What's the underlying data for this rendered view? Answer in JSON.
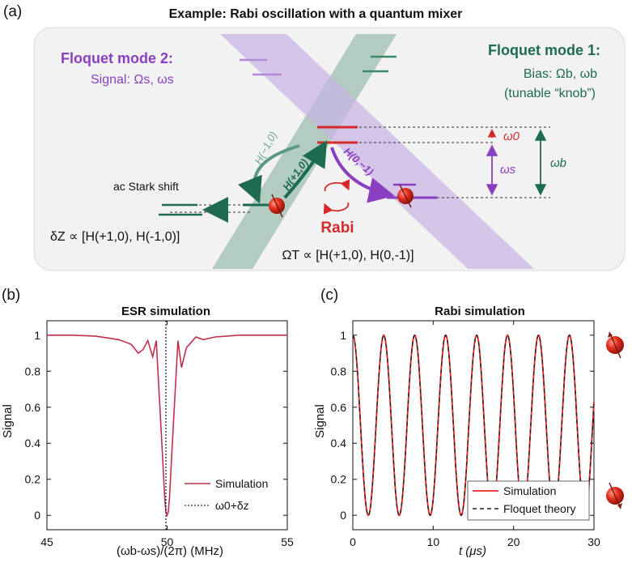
{
  "panel_a": {
    "label": "(a)",
    "title": "Example: Rabi oscillation with a quantum mixer",
    "floquet2": {
      "title": "Floquet mode 2:",
      "signal": "Signal: Ωs, ωs"
    },
    "floquet1": {
      "title": "Floquet mode 1:",
      "bias": "Bias: Ωb, ωb",
      "knob": "(tunable “knob”)"
    },
    "ac_stark": "ac Stark shift",
    "delta_z": "δZ ∝ [H(+1,0), H(-1,0)]",
    "rabi": "Rabi",
    "omega_t": "ΩT ∝ [H(+1,0), H(0,-1)]",
    "h_m10": "H(−1,0)",
    "h_p10": "H(+1,0)",
    "h_0m1": "H(0,−1)",
    "omega0": "ω0",
    "omegas": "ωs",
    "omegab": "ωb",
    "colors": {
      "purple": "#8a3fc0",
      "green": "#1e6b4f",
      "red": "#d42a2a",
      "purple_band": "#c9b3e6",
      "green_band": "#9cbfb0"
    }
  },
  "panel_b": {
    "label": "(b)",
    "title": "ESR simulation",
    "ylabel": "Signal",
    "xlabel": "(ωb-ωs)/(2π) (MHz)",
    "legend": [
      "Simulation",
      "ω0+δz"
    ]
  },
  "panel_c": {
    "label": "(c)",
    "title": "Rabi simulation",
    "ylabel": "Signal",
    "xlabel": "t (μs)",
    "legend": [
      "Simulation",
      "Floquet theory"
    ]
  },
  "chart_data": [
    {
      "type": "line",
      "title": "ESR simulation",
      "xlabel": "(ωb-ωs)/(2π) (MHz)",
      "ylabel": "Signal",
      "xlim": [
        45,
        55
      ],
      "ylim": [
        -0.08,
        1.08
      ],
      "xticks": [
        45,
        50,
        55
      ],
      "yticks": [
        0,
        0.2,
        0.4,
        0.6,
        0.8,
        1
      ],
      "ytick_labels": [
        "0",
        "0.2",
        "0.4",
        "0.6",
        "0.8",
        "1"
      ],
      "series": [
        {
          "name": "Simulation",
          "color": "#c0304a",
          "x": [
            45,
            46,
            47,
            47.5,
            48,
            48.5,
            48.8,
            49.0,
            49.2,
            49.4,
            49.55,
            49.7,
            49.8,
            49.9,
            49.95,
            50.0,
            50.05,
            50.1,
            50.2,
            50.3,
            50.45,
            50.6,
            50.8,
            51.0,
            51.2,
            51.5,
            52,
            52.5,
            53,
            54,
            55
          ],
          "y": [
            1,
            1,
            0.995,
            0.985,
            0.975,
            0.95,
            0.9,
            0.92,
            0.97,
            0.88,
            0.97,
            0.6,
            0.35,
            0.1,
            0.02,
            0.0,
            0.02,
            0.1,
            0.35,
            0.6,
            0.97,
            0.82,
            0.93,
            0.96,
            0.99,
            0.975,
            0.99,
            0.995,
            1,
            1,
            1
          ]
        },
        {
          "name": "ω0+δz",
          "color": "#000000",
          "style": "dotted",
          "x": [
            49.95,
            49.95
          ],
          "y": [
            -0.08,
            1.08
          ]
        }
      ]
    },
    {
      "type": "line",
      "title": "Rabi simulation",
      "xlabel": "t (μs)",
      "ylabel": "Signal",
      "xlim": [
        0,
        30
      ],
      "ylim": [
        -0.08,
        1.08
      ],
      "xticks": [
        0,
        10,
        20,
        30
      ],
      "yticks": [
        0,
        0.2,
        0.4,
        0.6,
        0.8,
        1
      ],
      "ytick_labels": [
        "0",
        "0.2",
        "0.4",
        "0.6",
        "0.8",
        "1"
      ],
      "period": 3.85,
      "series": [
        {
          "name": "Simulation",
          "color": "#ee2222"
        },
        {
          "name": "Floquet theory",
          "color": "#222222",
          "style": "dashed"
        }
      ]
    }
  ]
}
